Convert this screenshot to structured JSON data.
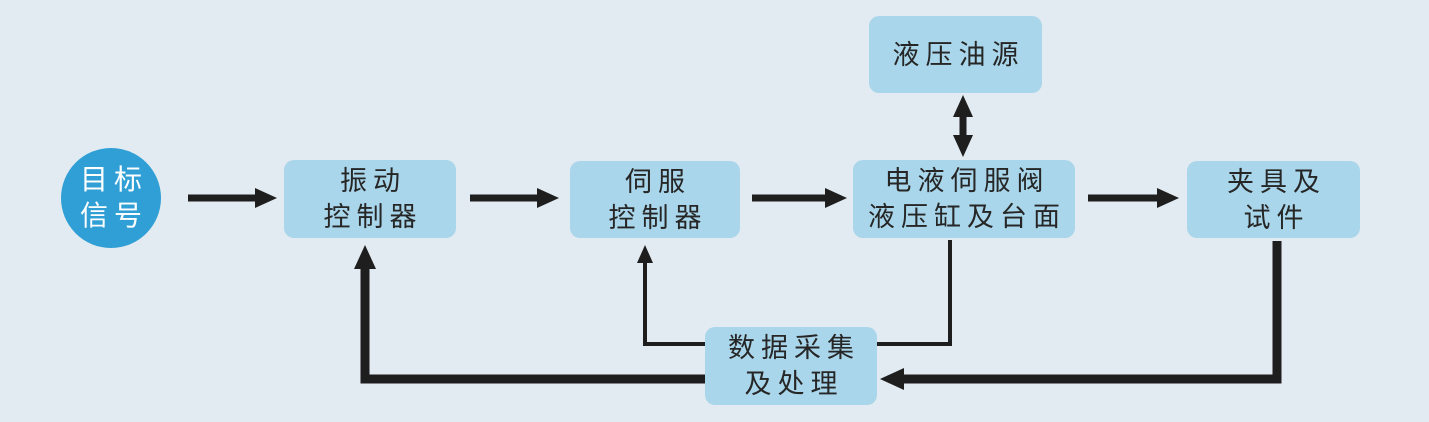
{
  "diagram": {
    "type": "flowchart",
    "colors": {
      "background": "#e2ebf1",
      "node_fill": "#a9d6ea",
      "start_circle_fill": "#2f9fd5",
      "arrow": "#1e1e1e",
      "node_text": "#262626",
      "circle_text": "#ffffff"
    },
    "nodes": {
      "target-signal": {
        "shape": "circle",
        "lines": [
          "目标",
          "信号"
        ]
      },
      "vibration-controller": {
        "shape": "box",
        "lines": [
          "振动",
          "控制器"
        ]
      },
      "servo-controller": {
        "shape": "box",
        "lines": [
          "伺服",
          "控制器"
        ]
      },
      "hydraulic-oil-source": {
        "shape": "box",
        "lines": [
          "液压油源"
        ]
      },
      "servo-valve-cylinder-table": {
        "shape": "box",
        "lines": [
          "电液伺服阀",
          "液压缸及台面"
        ]
      },
      "fixture-specimen": {
        "shape": "box",
        "lines": [
          "夹具及",
          "试件"
        ]
      },
      "data-acquisition": {
        "shape": "box",
        "lines": [
          "数据采集",
          "及处理"
        ]
      }
    },
    "edges": [
      {
        "from": "target-signal",
        "to": "vibration-controller",
        "direction": "forward",
        "weight": "medium"
      },
      {
        "from": "vibration-controller",
        "to": "servo-controller",
        "direction": "forward",
        "weight": "medium"
      },
      {
        "from": "servo-controller",
        "to": "servo-valve-cylinder-table",
        "direction": "forward",
        "weight": "medium"
      },
      {
        "from": "servo-valve-cylinder-table",
        "to": "fixture-specimen",
        "direction": "forward",
        "weight": "medium"
      },
      {
        "from": "hydraulic-oil-source",
        "to": "servo-valve-cylinder-table",
        "direction": "bidirectional",
        "weight": "medium"
      },
      {
        "from": "servo-valve-cylinder-table",
        "to": "data-acquisition",
        "direction": "forward",
        "weight": "thin"
      },
      {
        "from": "fixture-specimen",
        "to": "data-acquisition",
        "direction": "forward",
        "weight": "thick"
      },
      {
        "from": "data-acquisition",
        "to": "servo-controller",
        "direction": "forward",
        "weight": "thin"
      },
      {
        "from": "data-acquisition",
        "to": "vibration-controller",
        "direction": "forward",
        "weight": "thick"
      }
    ]
  }
}
